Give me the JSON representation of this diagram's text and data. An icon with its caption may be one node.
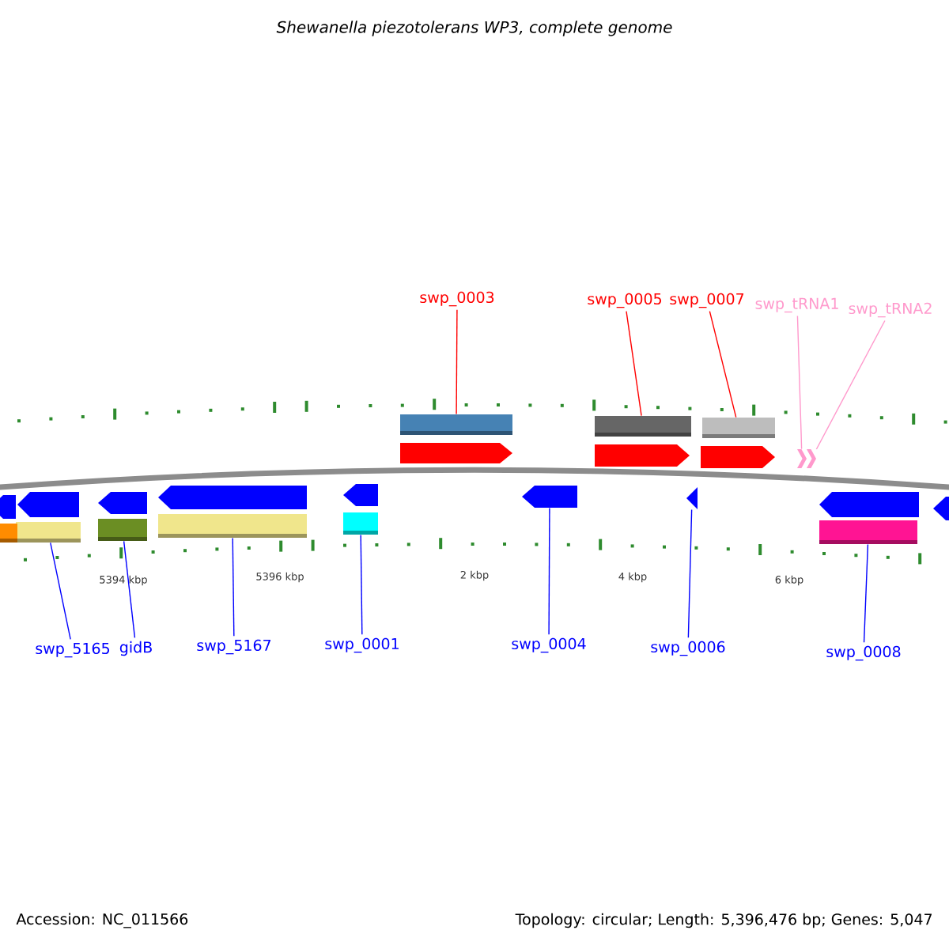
{
  "diagram": {
    "title": "*Shewanella piezotolerans* WP3, complete genome",
    "nodes": [
      {
        "text": [
          "swp_0003"
        ]
      },
      {
        "text": [
          "swp_0005"
        ]
      },
      {
        "text": [
          "swp_0007"
        ]
      },
      {
        "text": [
          "swp_tRNA1"
        ]
      },
      {
        "text": [
          "swp_tRNA2"
        ]
      },
      {
        "text": [],
        "shape": "bar"
      },
      {
        "text": [],
        "shape": "bar"
      },
      {
        "text": [],
        "shape": "bar"
      },
      {
        "text": [],
        "shape": "chevron"
      },
      {
        "text": [],
        "shape": "chevron"
      },
      {
        "text": [
          "swp_5165"
        ]
      },
      {
        "text": [
          "gidB"
        ]
      },
      {
        "text": [
          "swp_5167"
        ]
      },
      {
        "text": [
          "swp_0001"
        ]
      },
      {
        "text": [
          "swp_0004"
        ]
      },
      {
        "text": [
          "swp_0006"
        ]
      },
      {
        "text": [
          "swp_0008"
        ]
      },
      {
        "text": [],
        "shape": "bar"
      },
      {
        "text": [],
        "shape": "bar"
      },
      {
        "text": [],
        "shape": "bar"
      },
      {
        "text": [],
        "shape": "bar"
      },
      {
        "text": [],
        "shape": "arrow"
      },
      {
        "text": [],
        "shape": "triangle"
      },
      {
        "text": [],
        "shape": "bar"
      },
      {
        "text": [],
        "shape": "arrow"
      },
      {
        "text": [],
        "shape": "arrow"
      },
      {
        "text": [],
        "shape": "arrow"
      },
      {
        "text": [],
        "shape": "arrow"
      },
      {
        "text": [],
        "shape": "arrow"
      },
      {
        "text": [],
        "shape": "bar"
      },
      {
        "text": [],
        "shape": "arrow"
      },
      {
        "text": [],
        "shape": "arrow"
      },
      {
        "text": [],
        "shape": "arrow"
      },
      {
        "text": [],
        "shape": "arrow"
      },
      {
        "text": [],
        "shape": "arrow"
      }
    ],
    "edges": [
      {
        "from": 0,
        "to": 5,
        "arrow": "none",
        "color": "#ff0000"
      },
      {
        "from": 1,
        "to": 6,
        "arrow": "none",
        "color": "#ff0000"
      },
      {
        "from": 2,
        "to": 7,
        "arrow": "none",
        "color": "#ff0000"
      },
      {
        "from": 3,
        "to": 8,
        "arrow": "none",
        "color": "#ff99cc"
      },
      {
        "from": 4,
        "to": 9,
        "arrow": "none",
        "color": "#ff99cc"
      },
      {
        "from": 10,
        "to": 17,
        "arrow": "none"
      },
      {
        "from": 11,
        "to": 18,
        "arrow": "none"
      },
      {
        "from": 12,
        "to": 19,
        "arrow": "none"
      },
      {
        "from": 13,
        "to": 20,
        "arrow": "none"
      },
      {
        "from": 14,
        "to": 21,
        "arrow": "none"
      },
      {
        "from": 15,
        "to": 22,
        "arrow": "none"
      },
      {
        "from": 16,
        "to": 23,
        "arrow": "none"
      }
    ],
    "labels": [
      "5394 kbp",
      "5396 kbp",
      "2 kbp",
      "4 kbp",
      "6 kbp",
      "Accession: NC_011566",
      "Topology: circular; Length: 5,396,476 bp; Genes: 5,047"
    ]
  }
}
